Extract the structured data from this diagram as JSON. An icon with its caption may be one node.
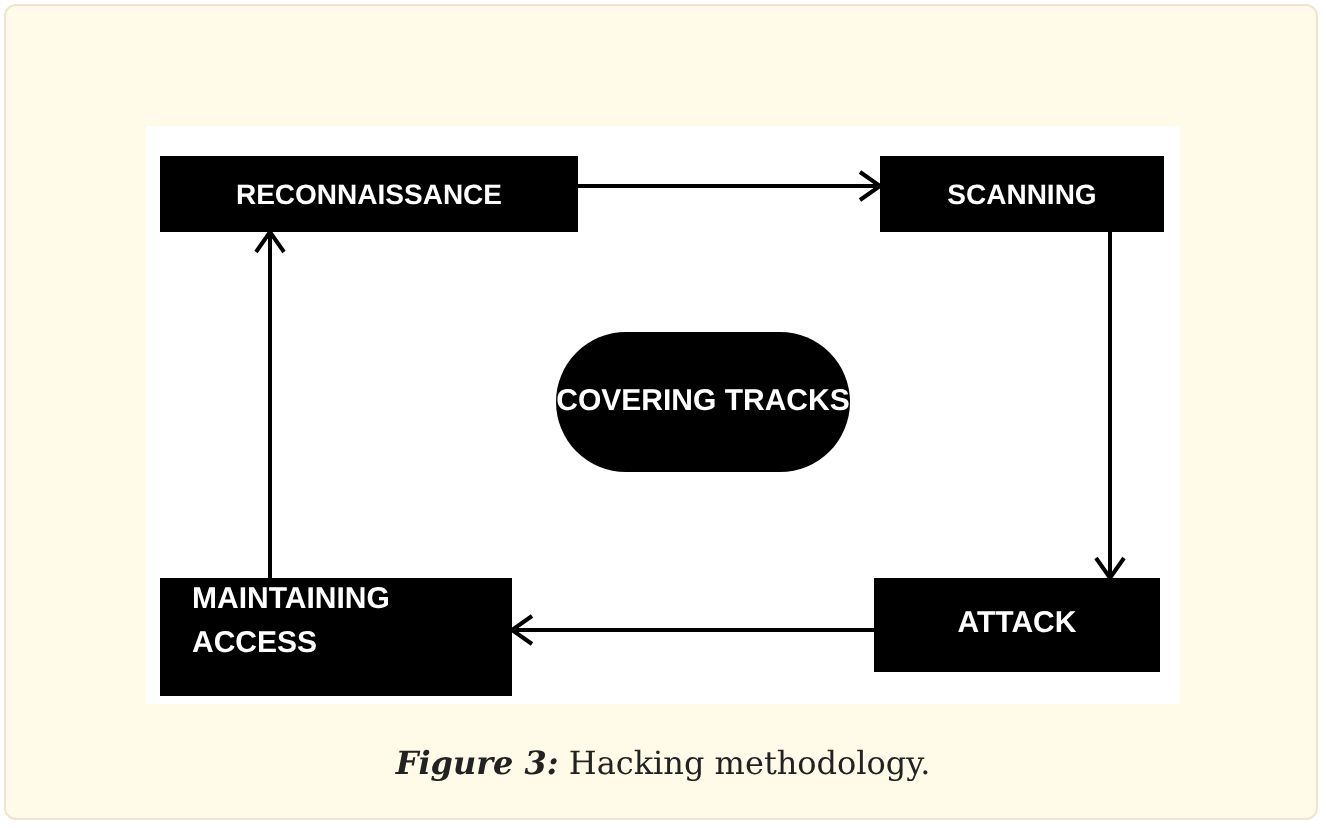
{
  "diagram": {
    "caption": "*Figure 3:* Hacking methodology.",
    "nodes": [
      {
        "text": [
          "RECONNAISSANCE"
        ]
      },
      {
        "text": [
          "SCANNING"
        ]
      },
      {
        "text": [
          "COVERING TRACKS"
        ]
      },
      {
        "text": [
          "MAINTAINING ACCESS"
        ]
      },
      {
        "text": [
          "ATTACK"
        ]
      }
    ],
    "edges": [
      {
        "from": 0,
        "to": 1,
        "arrow": "to"
      },
      {
        "from": 1,
        "to": 4,
        "arrow": "to"
      },
      {
        "from": 4,
        "to": 3,
        "arrow": "to"
      },
      {
        "from": 3,
        "to": 0,
        "arrow": "to"
      }
    ]
  }
}
